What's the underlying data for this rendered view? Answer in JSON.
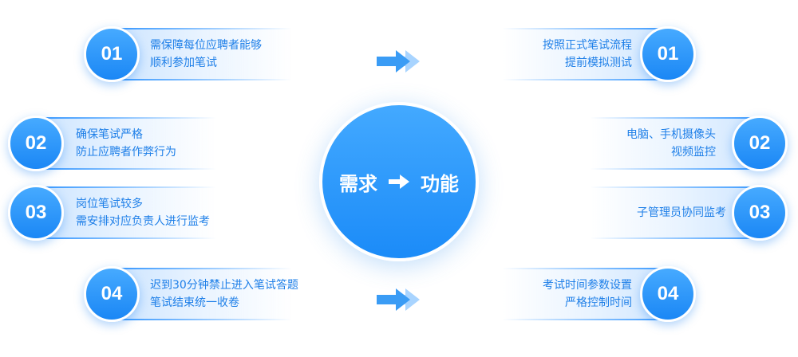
{
  "center": {
    "left": "需求",
    "right": "功能",
    "arrow_icon": "right-arrow-icon"
  },
  "left_items": [
    {
      "num": "01",
      "line1": "需保障每位应聘者能够",
      "line2": "顺利参加笔试"
    },
    {
      "num": "02",
      "line1": "确保笔试严格",
      "line2": "防止应聘者作弊行为"
    },
    {
      "num": "03",
      "line1": "岗位笔试较多",
      "line2": "需安排对应负责人进行监考"
    },
    {
      "num": "04",
      "line1": "迟到30分钟禁止进入笔试答题",
      "line2": "笔试结束统一收卷"
    }
  ],
  "right_items": [
    {
      "num": "01",
      "line1": "按照正式笔试流程",
      "line2": "提前模拟测试"
    },
    {
      "num": "02",
      "line1": "电脑、手机摄像头",
      "line2": "视频监控"
    },
    {
      "num": "03",
      "line1": "子管理员协同监考",
      "line2": ""
    },
    {
      "num": "04",
      "line1": "考试时间参数设置",
      "line2": "严格控制时间"
    }
  ],
  "colors": {
    "accent": "#1e8cf7",
    "text": "#1e7fe8"
  }
}
